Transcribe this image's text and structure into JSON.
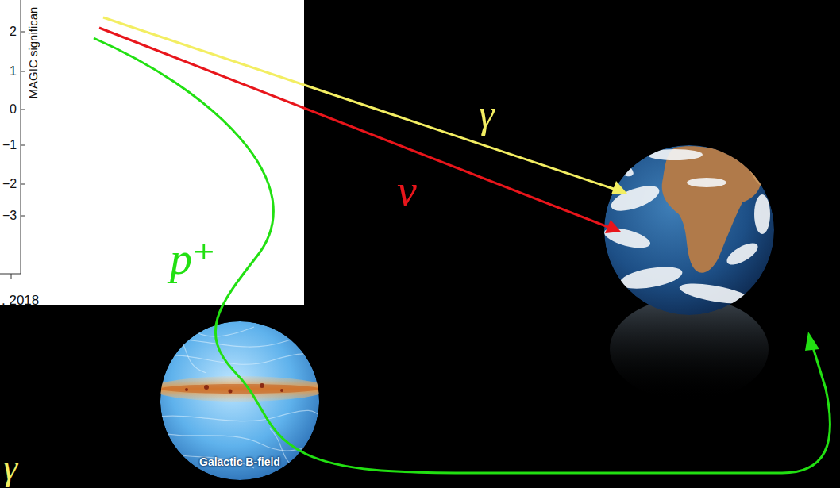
{
  "diagram": {
    "nodes": [
      {
        "text": [
          "Galactic B-field"
        ]
      }
    ],
    "labels": [
      "2",
      "1",
      "0",
      "−1",
      "−2",
      "−3",
      "MAGIC significan",
      ", 2018",
      "γ",
      "ν",
      "p⁺",
      "γ"
    ]
  }
}
